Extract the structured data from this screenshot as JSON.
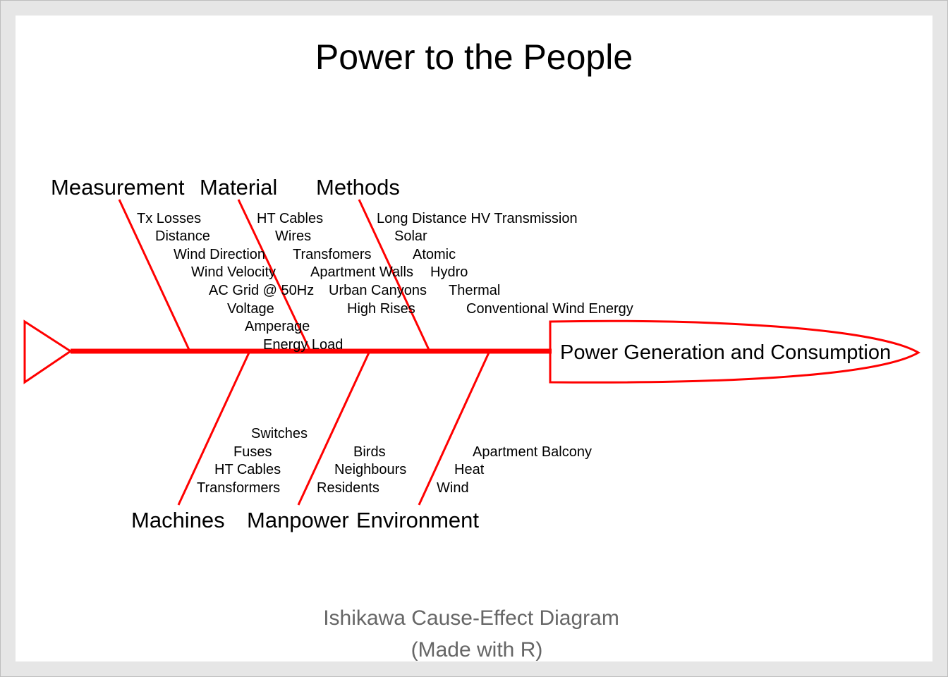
{
  "title": "Power to the People",
  "effect": "Power Generation and Consumption",
  "categories": {
    "top": [
      {
        "label": "Measurement",
        "causes": [
          "Tx Losses",
          "Distance",
          "Wind Direction",
          "Wind Velocity",
          "AC Grid @ 50Hz",
          "Voltage",
          "Amperage",
          "Energy Load"
        ]
      },
      {
        "label": "Material",
        "causes": [
          "HT Cables",
          "Wires",
          "Transfomers",
          "Apartment Walls",
          "Urban Canyons",
          "High Rises"
        ]
      },
      {
        "label": "Methods",
        "causes": [
          "Long Distance HV Transmission",
          "Solar",
          "Atomic",
          "Hydro",
          "Thermal",
          "Conventional Wind Energy"
        ]
      }
    ],
    "bottom": [
      {
        "label": "Machines",
        "causes": [
          "Switches",
          "Fuses",
          "HT Cables",
          "Transformers"
        ]
      },
      {
        "label": "Manpower",
        "causes": [
          "Birds",
          "Neighbours",
          "Residents"
        ]
      },
      {
        "label": "Environment",
        "causes": [
          "Apartment Balcony",
          "Heat",
          "Wind"
        ]
      }
    ]
  },
  "caption": {
    "line1": "Ishikawa Cause-Effect Diagram",
    "line2": "(Made with R)"
  },
  "colors": {
    "bone": "#ff0000",
    "text": "#000000",
    "caption": "#666666",
    "panel": "#ffffff",
    "frame": "#e6e6e6"
  }
}
